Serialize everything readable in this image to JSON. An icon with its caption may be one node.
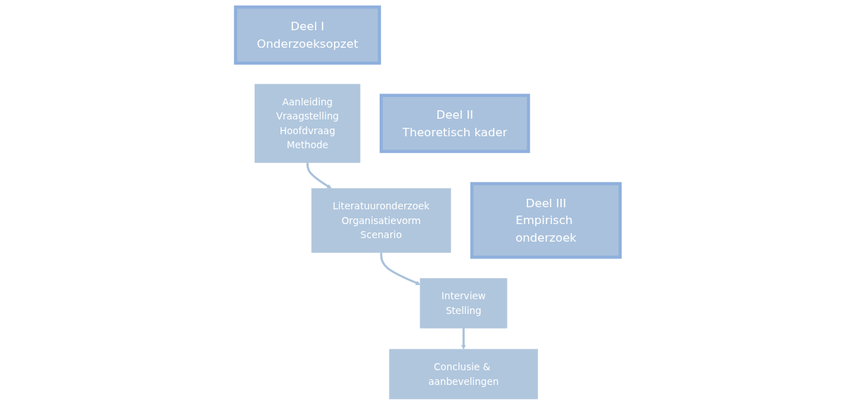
{
  "diagram": {
    "nodes": [
      {
        "text": [
          "Deel I",
          "Onderzoeksopzet"
        ]
      },
      {
        "text": [
          "Aanleiding",
          "Vraagstelling",
          "Hoofdvraag",
          "Methode"
        ]
      },
      {
        "text": [
          "Deel II",
          "Theoretisch kader"
        ]
      },
      {
        "text": [
          "Literatuuronderzoek",
          "Organisatievorm",
          "Scenario"
        ]
      },
      {
        "text": [
          "Deel III",
          "Empirisch onderzoek"
        ]
      },
      {
        "text": [
          "Interview",
          "Stelling"
        ]
      },
      {
        "text": [
          "Conclusie & aanbevelingen"
        ]
      }
    ],
    "edges": [
      {
        "from": 1,
        "to": 3,
        "arrow": "to"
      },
      {
        "from": 3,
        "to": 5,
        "arrow": "to"
      },
      {
        "from": 5,
        "to": 6,
        "arrow": "to"
      }
    ]
  }
}
